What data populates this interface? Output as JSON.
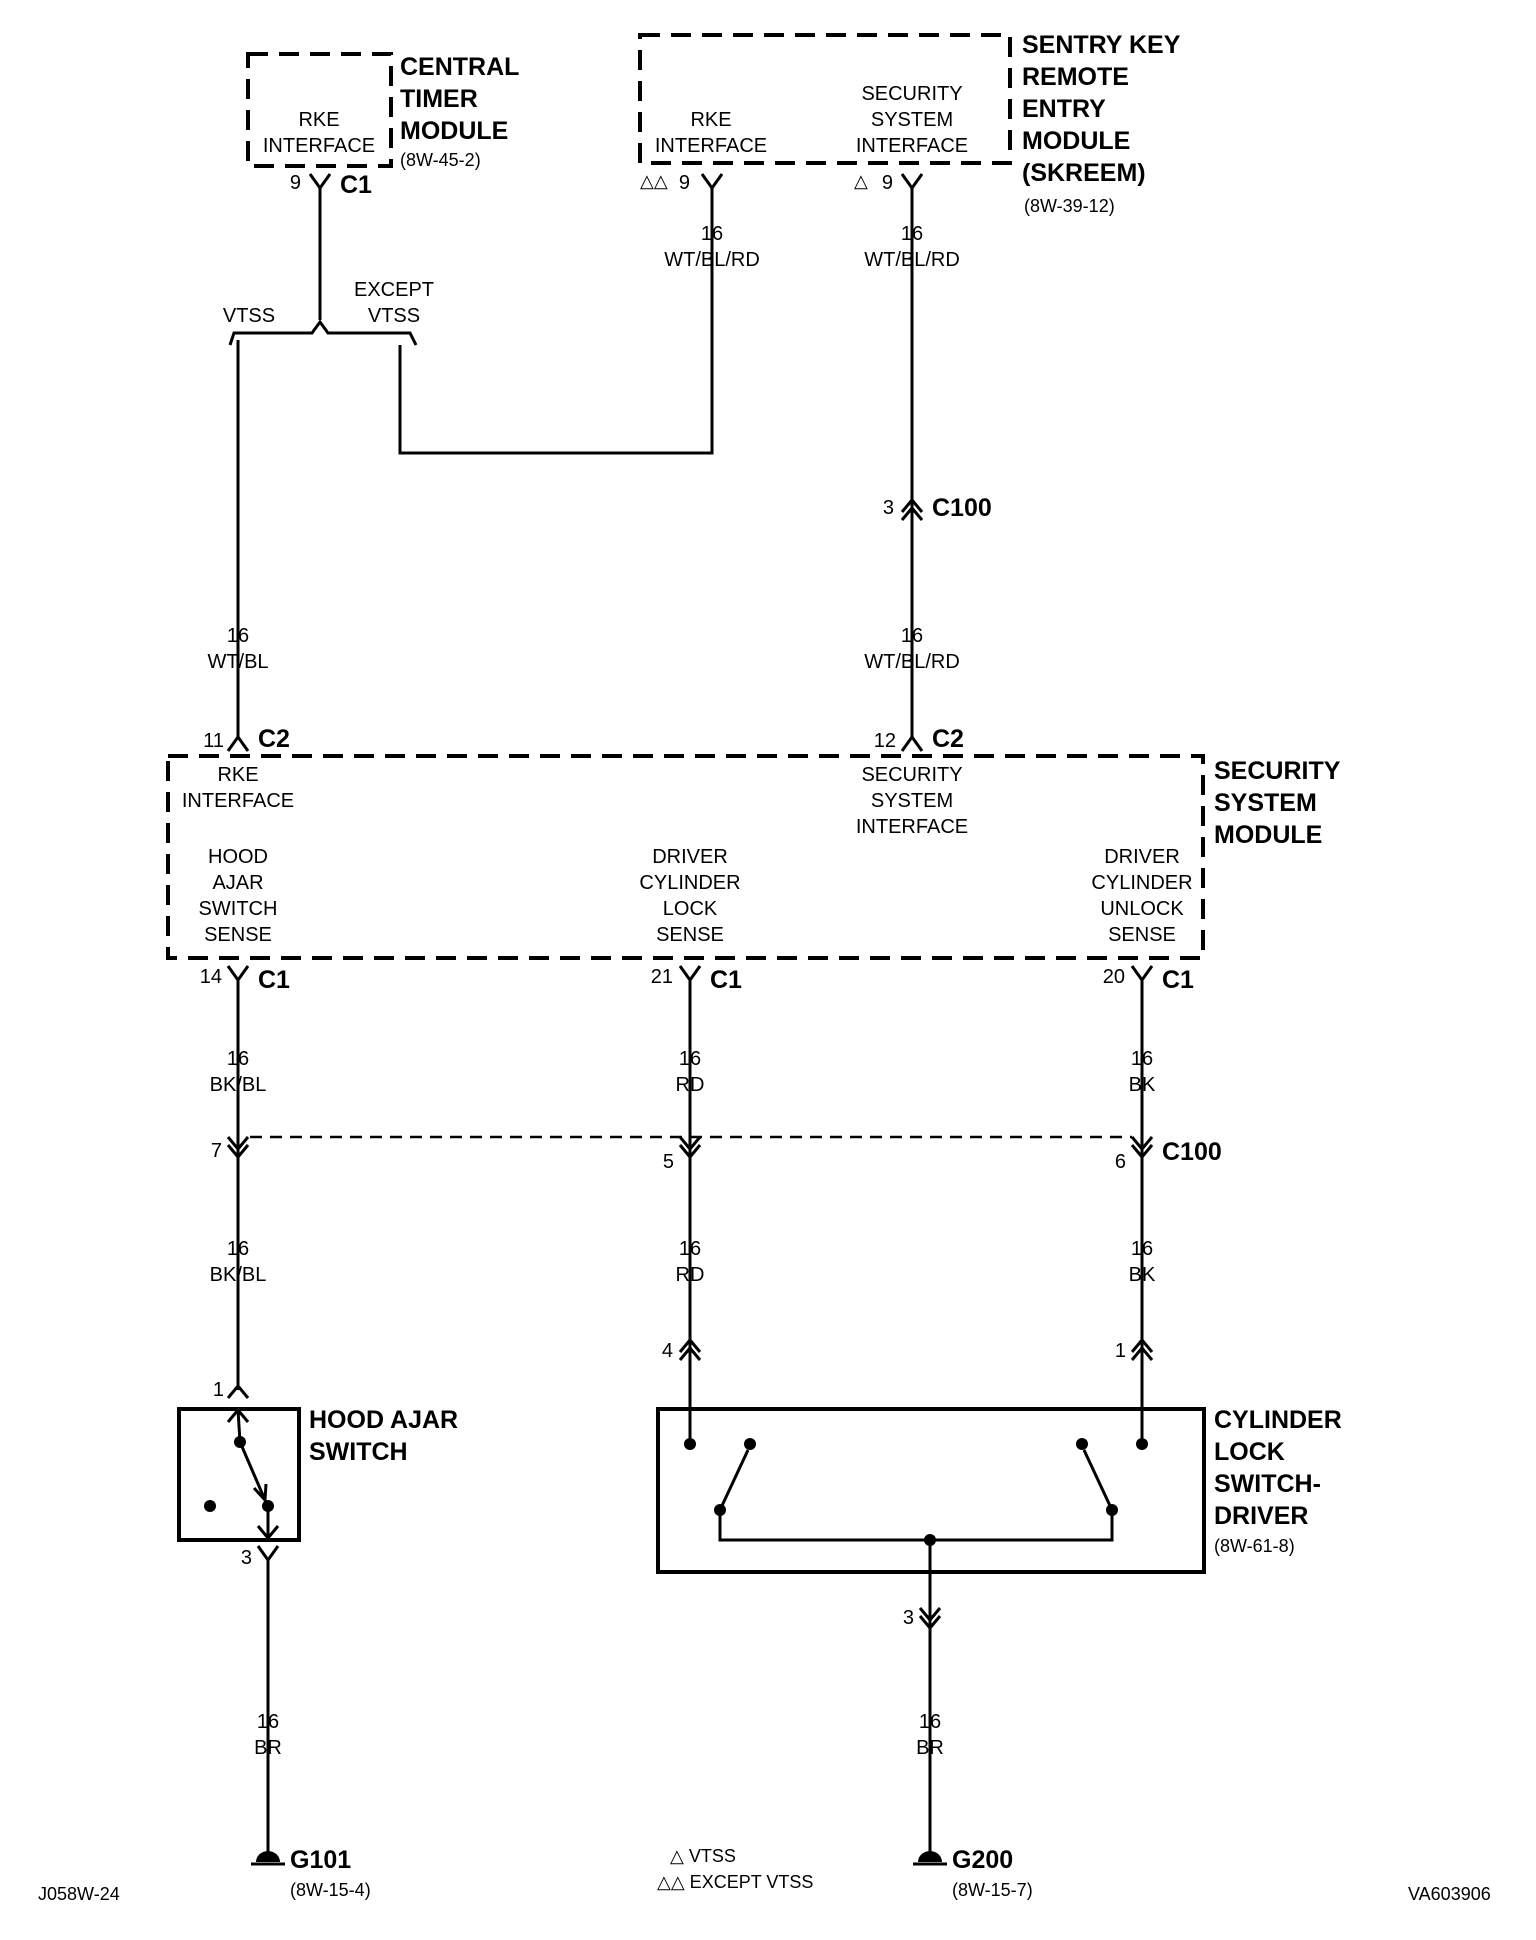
{
  "modules": {
    "central_timer": {
      "name_lines": [
        "CENTRAL",
        "TIMER",
        "MODULE"
      ],
      "ref": "(8W-45-2)",
      "port_lines": [
        "RKE",
        "INTERFACE"
      ],
      "pin": "9",
      "connector": "C1"
    },
    "skreem": {
      "name_lines": [
        "SENTRY KEY",
        "REMOTE",
        "ENTRY",
        "MODULE",
        "(SKREEM)"
      ],
      "ref": "(8W-39-12)",
      "rke_lines": [
        "RKE",
        "INTERFACE"
      ],
      "sec_lines": [
        "SECURITY",
        "SYSTEM",
        "INTERFACE"
      ],
      "rke_pin": "9",
      "sec_pin": "9",
      "rke_mark": "△△",
      "sec_mark": "△"
    },
    "security": {
      "name_lines": [
        "SECURITY",
        "SYSTEM",
        "MODULE"
      ],
      "rke_lines": [
        "RKE",
        "INTERFACE"
      ],
      "sec_lines": [
        "SECURITY",
        "SYSTEM",
        "INTERFACE"
      ],
      "hood_lines": [
        "HOOD",
        "AJAR",
        "SWITCH",
        "SENSE"
      ],
      "lock_lines": [
        "DRIVER",
        "CYLINDER",
        "LOCK",
        "SENSE"
      ],
      "unlock_lines": [
        "DRIVER",
        "CYLINDER",
        "UNLOCK",
        "SENSE"
      ],
      "pin_rke": "11",
      "pin_sec": "12",
      "conn_top": "C2",
      "pin_hood": "14",
      "pin_lock": "21",
      "pin_unlock": "20",
      "conn_bottom": "C1"
    },
    "hood_switch": {
      "name_lines": [
        "HOOD AJAR",
        "SWITCH"
      ],
      "pin_top": "1",
      "pin_bottom": "3"
    },
    "cylinder_switch": {
      "name_lines": [
        "CYLINDER",
        "LOCK",
        "SWITCH-",
        "DRIVER"
      ],
      "ref": "(8W-61-8)",
      "pin_left": "4",
      "pin_right": "1",
      "pin_bottom": "3"
    }
  },
  "splice": {
    "vtss": "VTSS",
    "except_lines": [
      "EXCEPT",
      "VTSS"
    ]
  },
  "wires": {
    "skreem_rke": [
      "16",
      "WT/BL/RD"
    ],
    "skreem_sec": [
      "16",
      "WT/BL/RD"
    ],
    "rke_to_ssm": [
      "16",
      "WT/BL"
    ],
    "sec_to_ssm": [
      "16",
      "WT/BL/RD"
    ],
    "hood_upper": [
      "16",
      "BK/BL"
    ],
    "lock_upper": [
      "16",
      "RD"
    ],
    "unlock_upper": [
      "16",
      "BK"
    ],
    "hood_lower": [
      "16",
      "BK/BL"
    ],
    "lock_lower": [
      "16",
      "RD"
    ],
    "unlock_lower": [
      "16",
      "BK"
    ],
    "hood_ground": [
      "16",
      "BR"
    ],
    "cyl_ground": [
      "16",
      "BR"
    ]
  },
  "c100_upper": {
    "pin": "3",
    "name": "C100"
  },
  "c100_lower": {
    "name": "C100",
    "pin_hood": "7",
    "pin_lock": "5",
    "pin_unlock": "6"
  },
  "grounds": {
    "g101": {
      "name": "G101",
      "ref": "(8W-15-4)"
    },
    "g200": {
      "name": "G200",
      "ref": "(8W-15-7)"
    }
  },
  "legend": {
    "vtss": "△ VTSS",
    "except": "△△ EXCEPT VTSS"
  },
  "footer": {
    "left": "J058W-24",
    "right": "VA603906"
  }
}
